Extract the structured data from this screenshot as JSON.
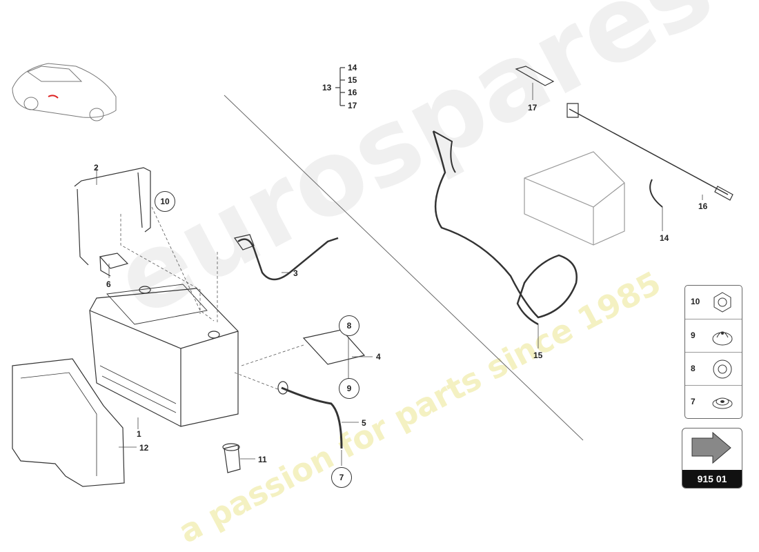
{
  "diagram": {
    "page_code": "915 01",
    "callouts": {
      "c1": "1",
      "c2": "2",
      "c3": "3",
      "c4": "4",
      "c5": "5",
      "c6": "6",
      "c11": "11",
      "c12": "12",
      "c13": "13",
      "c14a": "14",
      "c15a": "15",
      "c16a": "16",
      "c17a": "17",
      "c14b": "14",
      "c15b": "15",
      "c16b": "16",
      "c17b": "17"
    },
    "circled": {
      "r7": "7",
      "r8": "8",
      "r9": "9",
      "r10": "10"
    },
    "legend": [
      {
        "num": "10",
        "icon": "hex-nut-icon"
      },
      {
        "num": "9",
        "icon": "screw-head-icon"
      },
      {
        "num": "8",
        "icon": "collar-nut-icon"
      },
      {
        "num": "7",
        "icon": "flanged-nut-icon"
      }
    ]
  },
  "watermark": {
    "brand": "eurospares",
    "tagline": "a passion for parts since 1985"
  }
}
